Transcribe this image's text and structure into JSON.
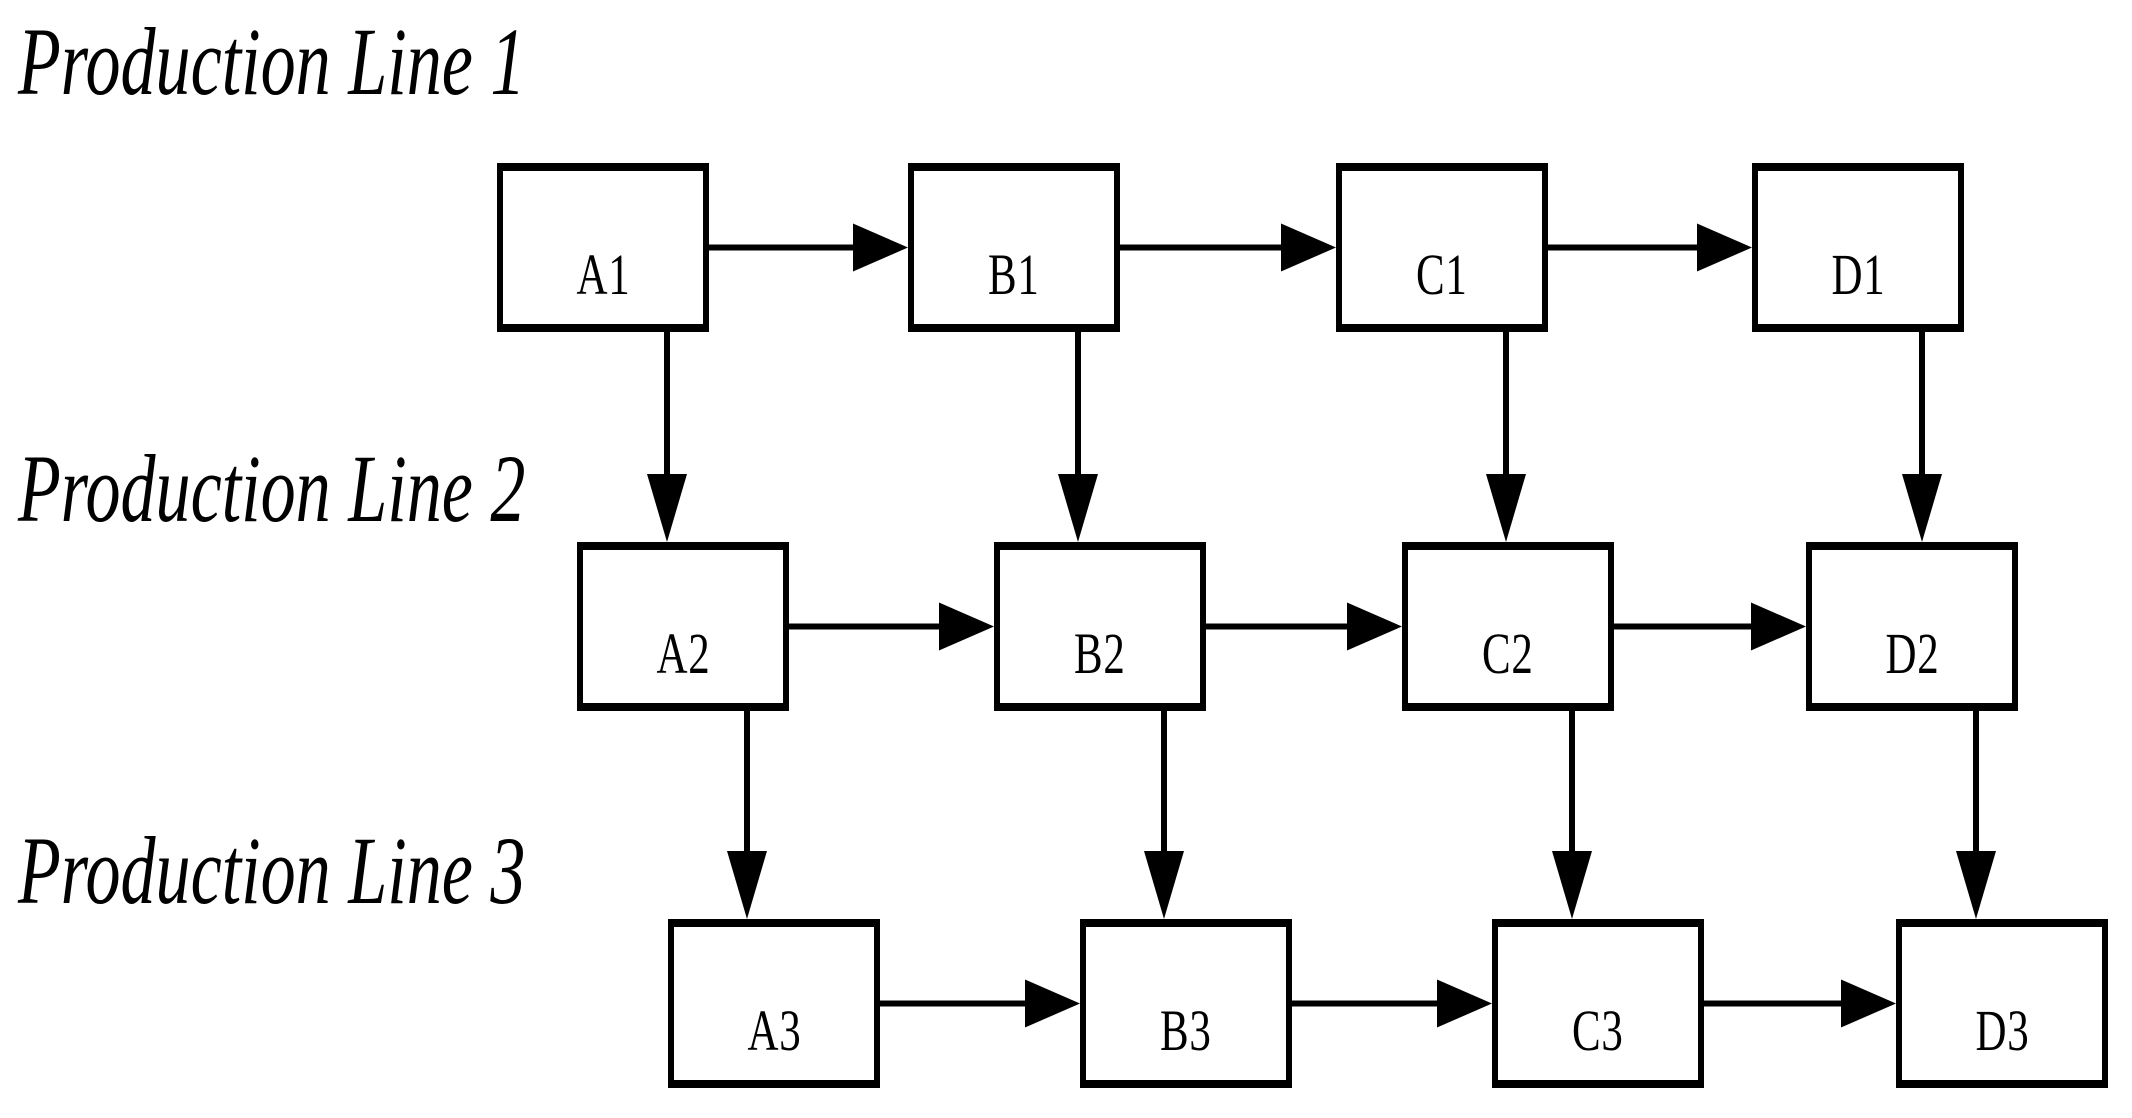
{
  "figure": {
    "colors": {
      "ink": "#000000",
      "paper": "#ffffff"
    }
  },
  "lines": [
    {
      "label": "Production Line 1",
      "nodes": [
        {
          "id": "A1",
          "label": "A1"
        },
        {
          "id": "B1",
          "label": "B1"
        },
        {
          "id": "C1",
          "label": "C1"
        },
        {
          "id": "D1",
          "label": "D1"
        }
      ]
    },
    {
      "label": "Production Line 2",
      "nodes": [
        {
          "id": "A2",
          "label": "A2"
        },
        {
          "id": "B2",
          "label": "B2"
        },
        {
          "id": "C2",
          "label": "C2"
        },
        {
          "id": "D2",
          "label": "D2"
        }
      ]
    },
    {
      "label": "Production Line 3",
      "nodes": [
        {
          "id": "A3",
          "label": "A3"
        },
        {
          "id": "B3",
          "label": "B3"
        },
        {
          "id": "C3",
          "label": "C3"
        },
        {
          "id": "D3",
          "label": "D3"
        }
      ]
    }
  ],
  "edges": [
    {
      "from": "A1",
      "to": "B1",
      "direction": "horizontal"
    },
    {
      "from": "B1",
      "to": "C1",
      "direction": "horizontal"
    },
    {
      "from": "C1",
      "to": "D1",
      "direction": "horizontal"
    },
    {
      "from": "A2",
      "to": "B2",
      "direction": "horizontal"
    },
    {
      "from": "B2",
      "to": "C2",
      "direction": "horizontal"
    },
    {
      "from": "C2",
      "to": "D2",
      "direction": "horizontal"
    },
    {
      "from": "A3",
      "to": "B3",
      "direction": "horizontal"
    },
    {
      "from": "B3",
      "to": "C3",
      "direction": "horizontal"
    },
    {
      "from": "C3",
      "to": "D3",
      "direction": "horizontal"
    },
    {
      "from": "A1",
      "to": "A2",
      "direction": "vertical"
    },
    {
      "from": "B1",
      "to": "B2",
      "direction": "vertical"
    },
    {
      "from": "C1",
      "to": "C2",
      "direction": "vertical"
    },
    {
      "from": "D1",
      "to": "D2",
      "direction": "vertical"
    },
    {
      "from": "A2",
      "to": "A3",
      "direction": "vertical"
    },
    {
      "from": "B2",
      "to": "B3",
      "direction": "vertical"
    },
    {
      "from": "C2",
      "to": "C3",
      "direction": "vertical"
    },
    {
      "from": "D2",
      "to": "D3",
      "direction": "vertical"
    }
  ]
}
